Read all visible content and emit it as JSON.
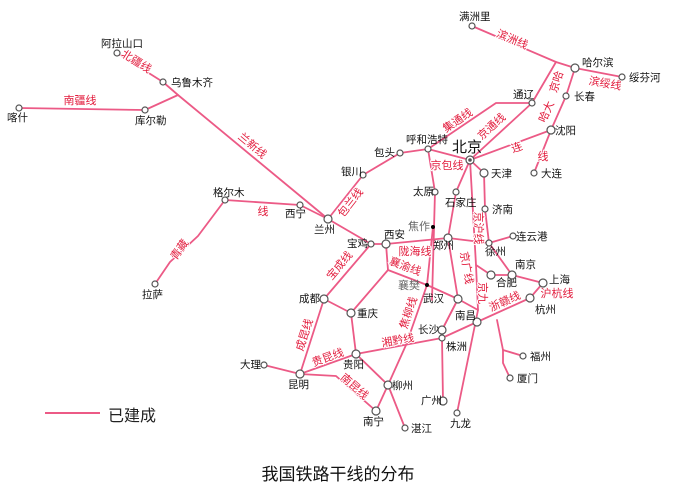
{
  "map": {
    "title": "我国铁路干线的分布",
    "legend": {
      "label": "已建成",
      "color": "#ec5a86"
    },
    "colors": {
      "rail": "#ec5a86",
      "line_label": "#e21b3c",
      "station": "#555555"
    },
    "stations": [
      {
        "name": "阿拉山口"
      },
      {
        "name": "乌鲁木齐"
      },
      {
        "name": "库尔勒"
      },
      {
        "name": "喀什"
      },
      {
        "name": "格尔木"
      },
      {
        "name": "西宁"
      },
      {
        "name": "兰州"
      },
      {
        "name": "拉萨"
      },
      {
        "name": "银川"
      },
      {
        "name": "包头"
      },
      {
        "name": "呼和浩特"
      },
      {
        "name": "北京"
      },
      {
        "name": "通辽"
      },
      {
        "name": "满洲里"
      },
      {
        "name": "哈尔滨"
      },
      {
        "name": "绥芬河"
      },
      {
        "name": "长春"
      },
      {
        "name": "沈阳"
      },
      {
        "name": "大连"
      },
      {
        "name": "天津"
      },
      {
        "name": "太原"
      },
      {
        "name": "石家庄"
      },
      {
        "name": "济南"
      },
      {
        "name": "焦作"
      },
      {
        "name": "郑州"
      },
      {
        "name": "徐州"
      },
      {
        "name": "连云港"
      },
      {
        "name": "西安"
      },
      {
        "name": "宝鸡"
      },
      {
        "name": "襄樊"
      },
      {
        "name": "武汉"
      },
      {
        "name": "合肥"
      },
      {
        "name": "南京"
      },
      {
        "name": "上海"
      },
      {
        "name": "杭州"
      },
      {
        "name": "南昌"
      },
      {
        "name": "长沙"
      },
      {
        "name": "株洲"
      },
      {
        "name": "福州"
      },
      {
        "name": "厦门"
      },
      {
        "name": "广州"
      },
      {
        "name": "九龙"
      },
      {
        "name": "成都"
      },
      {
        "name": "重庆"
      },
      {
        "name": "贵阳"
      },
      {
        "name": "昆明"
      },
      {
        "name": "大理"
      },
      {
        "name": "柳州"
      },
      {
        "name": "南宁"
      },
      {
        "name": "湛江"
      }
    ],
    "line_labels": [
      "北疆线",
      "南疆线",
      "兰新线",
      "青藏",
      "线",
      "滨洲线",
      "滨绥线",
      "京哈",
      "哈大",
      "线",
      "集通线",
      "京通线",
      "连",
      "京包线",
      "包兰线",
      "京广线",
      "京沪线",
      "京九",
      "陇海线",
      "宝成线",
      "襄渝线",
      "焦柳线",
      "成昆线",
      "贵昆线",
      "湘黔线",
      "浙赣线",
      "沪杭线",
      "南昆线"
    ]
  }
}
